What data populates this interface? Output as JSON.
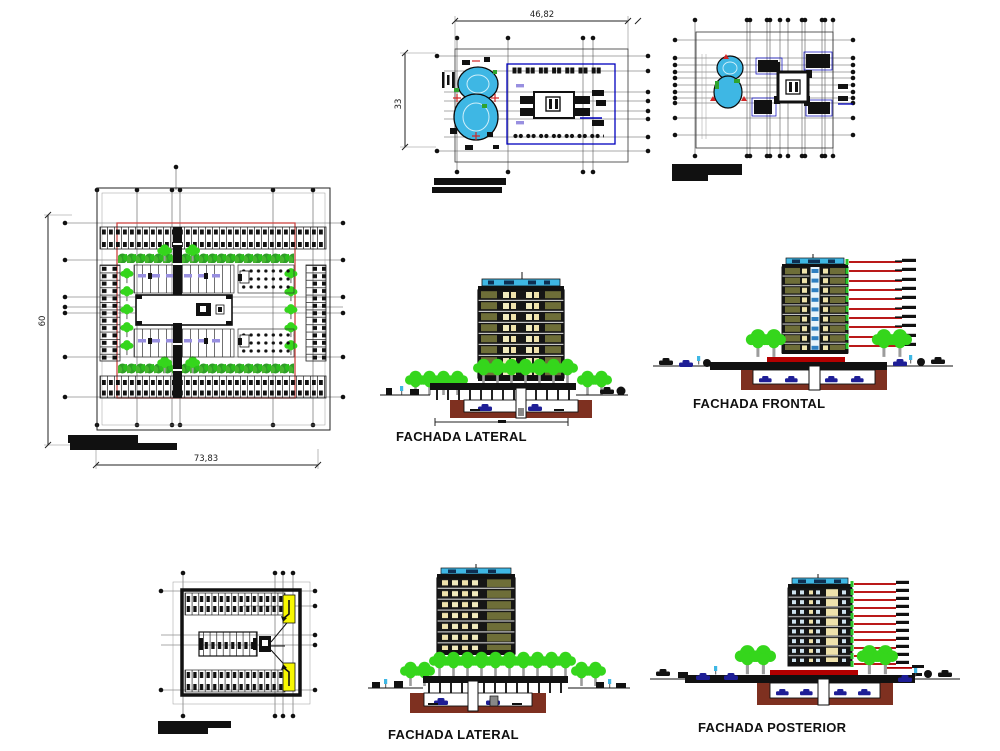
{
  "panels": {
    "ground_floor_plan": {
      "dim_width": "46,82",
      "dim_height": "33"
    },
    "typical_floor_plan": {},
    "site_plan": {
      "dim_width": "73,83",
      "dim_height": "60"
    },
    "elevation_lateral_top": {
      "label": "FACHADA LATERAL"
    },
    "elevation_frontal": {
      "label": "FACHADA FRONTAL"
    },
    "basement_plan": {},
    "elevation_lateral_bottom": {
      "label": "FACHADA LATERAL"
    },
    "elevation_posterior": {
      "label": "FACHADA POSTERIOR"
    }
  },
  "colors": {
    "pool_cyan": "#3EB7E4",
    "wall_olive": "#6E6E38",
    "window_tan": "#EFE2AC",
    "tree_green": "#35D61C",
    "hedge_green": "#2F9E27",
    "basement_brown": "#7E3020",
    "car_navy": "#1E1E96",
    "level_red": "#B20000",
    "boundary_red": "#CC4441",
    "ramp_yellow": "#F7F701",
    "plan_blue": "#0000BE",
    "stall_purple": "#988FE0",
    "glazing_blue": "#2E7FC2",
    "line_black": "#111111"
  }
}
